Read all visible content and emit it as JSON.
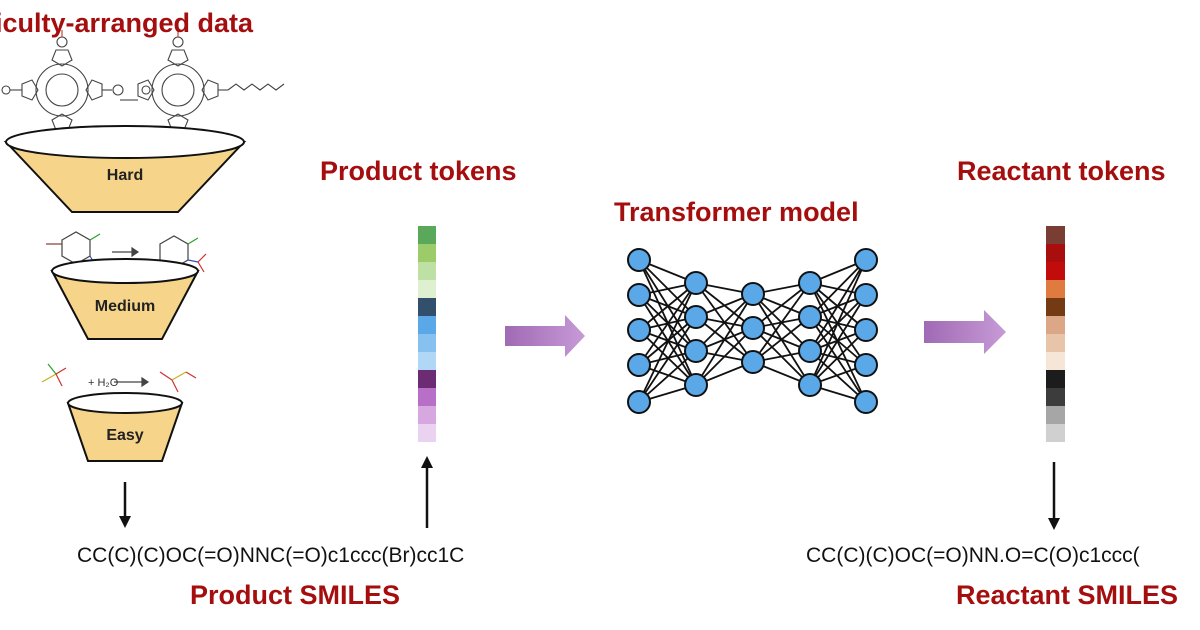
{
  "titles": {
    "data": "ficulty-arranged data",
    "product_tokens": "Product tokens",
    "transformer": "Transformer model",
    "reactant_tokens": "Reactant tokens",
    "product_smiles": "Product SMILES",
    "reactant_smiles": "Reactant SMILES"
  },
  "funnels": {
    "hard": "Hard",
    "medium": "Medium",
    "easy": "Easy"
  },
  "reaction_text": {
    "plus_water": "+ H₂O"
  },
  "smiles": {
    "product": "CC(C)(C)OC(=O)NNC(=O)c1ccc(Br)cc1C",
    "reactant": "CC(C)(C)OC(=O)NN.O=C(O)c1ccc("
  },
  "colors": {
    "title": "#a50e0e",
    "funnel_fill": "#f6d58b",
    "node_fill": "#5aa8e8",
    "arrow": "#b07cc6",
    "product_tokens": [
      "#5aa85a",
      "#9ccc6a",
      "#bfe0a4",
      "#dff0d0",
      "#324f6c",
      "#5aa8e8",
      "#86c1f0",
      "#b0d8f6",
      "#6b2c74",
      "#b86fc8",
      "#d6a8df",
      "#ead3f0"
    ],
    "reactant_tokens": [
      "#7a3d34",
      "#a80e0e",
      "#c20c0c",
      "#e07b40",
      "#733a14",
      "#dba787",
      "#e8c4a8",
      "#f6e6d8",
      "#1c1c1c",
      "#3c3c3c",
      "#a6a6a6",
      "#d0d0d0"
    ]
  }
}
